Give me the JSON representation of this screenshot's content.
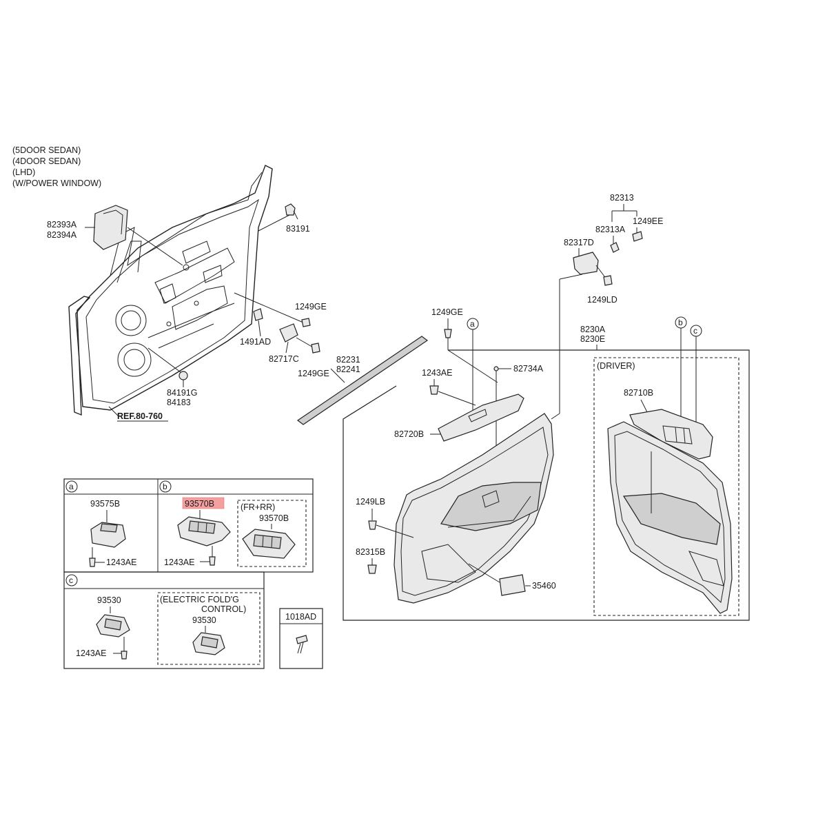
{
  "header_notes": [
    "(5DOOR SEDAN)",
    "(4DOOR SEDAN)",
    "(LHD)",
    "(W/POWER WINDOW)"
  ],
  "parts": {
    "p82393A": "82393A",
    "p82394A": "82394A",
    "p83191": "83191",
    "p1249GE_a": "1249GE",
    "p1491AD": "1491AD",
    "p82717C": "82717C",
    "p1249GE_b": "1249GE",
    "p84191G": "84191G",
    "p84183": "84183",
    "ref": "REF.80-760",
    "p82231": "82231",
    "p82241": "82241",
    "p1249GE_c": "1249GE",
    "p82313": "82313",
    "p1249EE": "1249EE",
    "p82313A": "82313A",
    "p82317D": "82317D",
    "p1249LD": "1249LD",
    "p82330A": "8230A",
    "p82330E": "8230E",
    "p1243AE_main": "1243AE",
    "p82734A": "82734A",
    "p82720B": "82720B",
    "p1249LB": "1249LB",
    "p82315B": "82315B",
    "p35460": "35460",
    "driver": "(DRIVER)",
    "p82710B": "82710B"
  },
  "callouts": {
    "a": "a",
    "b": "b",
    "c": "c"
  },
  "inset_a": {
    "tag": "a",
    "part": "93575B",
    "screw": "1243AE"
  },
  "inset_b": {
    "tag": "b",
    "part_highlighted": "93570B",
    "screw": "1243AE",
    "sub_title": "(FR+RR)",
    "sub_part": "93570B"
  },
  "inset_c": {
    "tag": "c",
    "part": "93530",
    "screw": "1243AE",
    "sub_title_1": "(ELECTRIC FOLD'G",
    "sub_title_2": "CONTROL)",
    "sub_part": "93530"
  },
  "inset_d": {
    "part": "1018AD"
  }
}
